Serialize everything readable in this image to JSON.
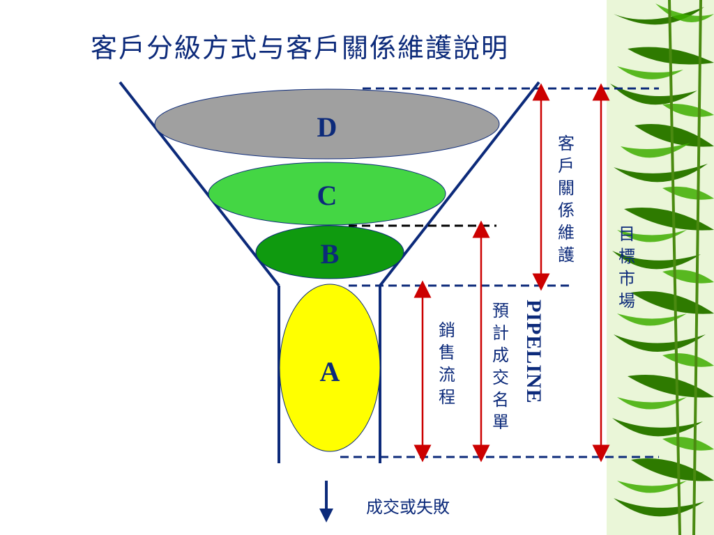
{
  "title": "客戶分級方式与客戶關係維護說明",
  "stages": [
    {
      "label": "D",
      "color": "#a0a0a0"
    },
    {
      "label": "C",
      "color": "#44d644"
    },
    {
      "label": "B",
      "color": "#0f9a0f"
    },
    {
      "label": "A",
      "color": "#ffff00"
    }
  ],
  "labels": {
    "relationship": "客戶關係維護",
    "target_market": "目標市場",
    "sales_process": "銷售流程",
    "expected_deals": "預計成交名單",
    "pipeline": "PIPELINE",
    "outcome": "成交或失敗"
  },
  "colors": {
    "funnel_line": "#0c2a7a",
    "arrow_red": "#cc0000",
    "text_blue": "#0c2a7a",
    "bamboo_dark": "#2e7a00",
    "bamboo_light": "#3fae00"
  }
}
